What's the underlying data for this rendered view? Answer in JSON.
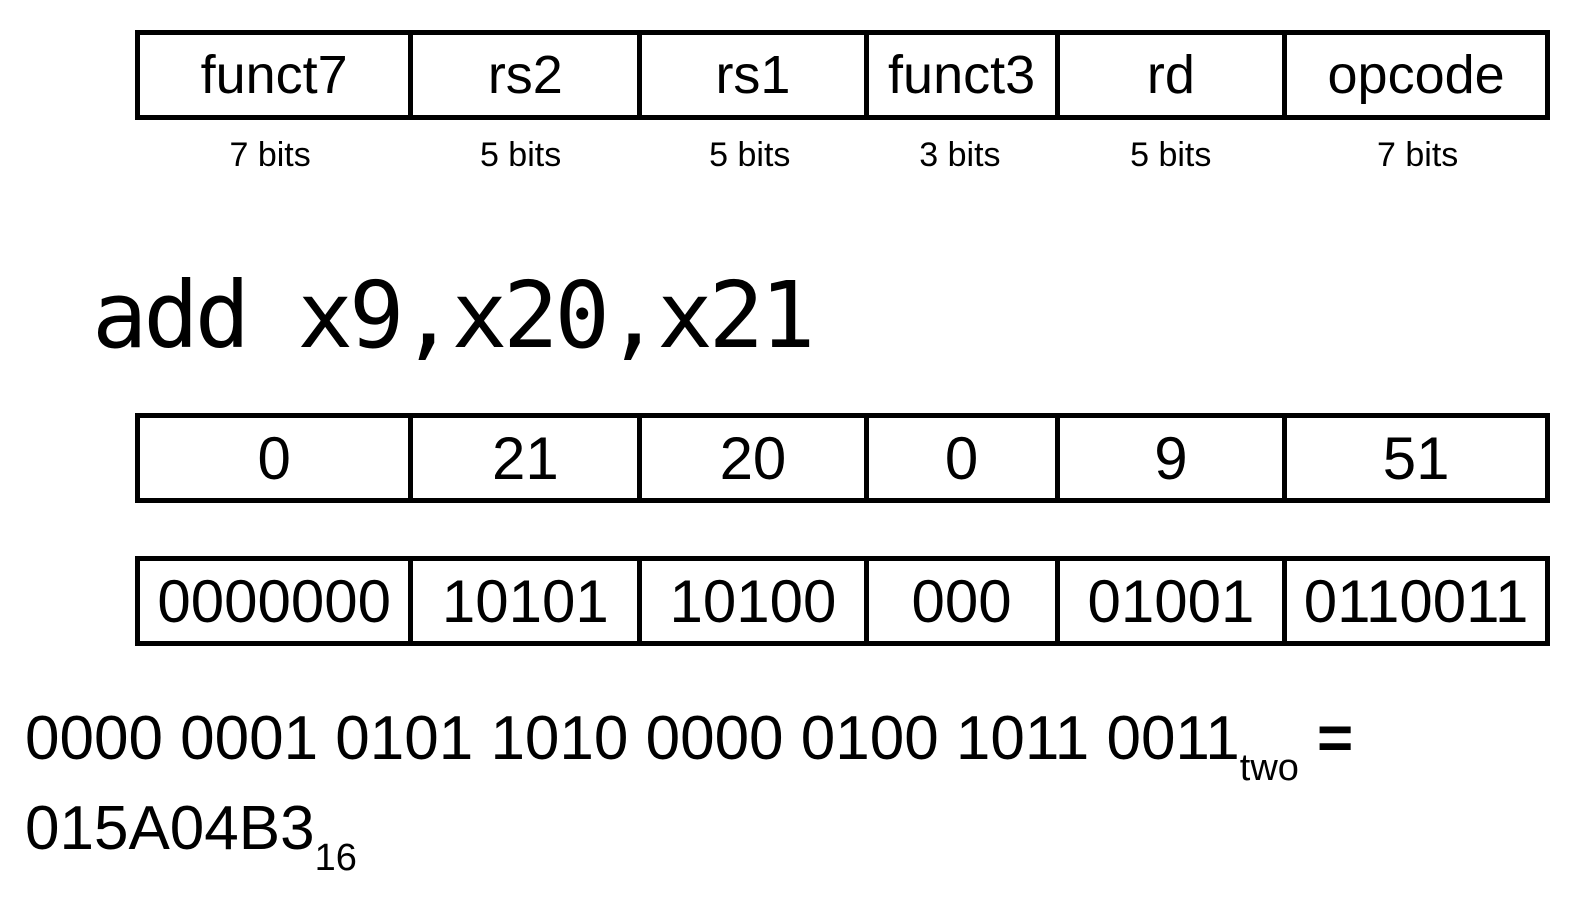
{
  "figure": {
    "description": "RISC-V R-type instruction format diagram",
    "fields": [
      {
        "name": "funct7",
        "bits": "7 bits",
        "decimal": "0",
        "binary": "0000000"
      },
      {
        "name": "rs2",
        "bits": "5 bits",
        "decimal": "21",
        "binary": "10101"
      },
      {
        "name": "rs1",
        "bits": "5 bits",
        "decimal": "20",
        "binary": "10100"
      },
      {
        "name": "funct3",
        "bits": "3 bits",
        "decimal": "0",
        "binary": "000"
      },
      {
        "name": "rd",
        "bits": "5 bits",
        "decimal": "9",
        "binary": "01001"
      },
      {
        "name": "opcode",
        "bits": "7 bits",
        "decimal": "51",
        "binary": "0110011"
      }
    ],
    "instruction": "add x9,x20,x21",
    "binary_string": "0000 0001 0101 1010 0000 0100 1011 0011",
    "binary_subscript": "two",
    "equals_sign": "=",
    "hex_string": "015A04B3",
    "hex_subscript": "16"
  },
  "colors": {
    "background": "#ffffff",
    "text": "#000000",
    "border": "#000000"
  }
}
